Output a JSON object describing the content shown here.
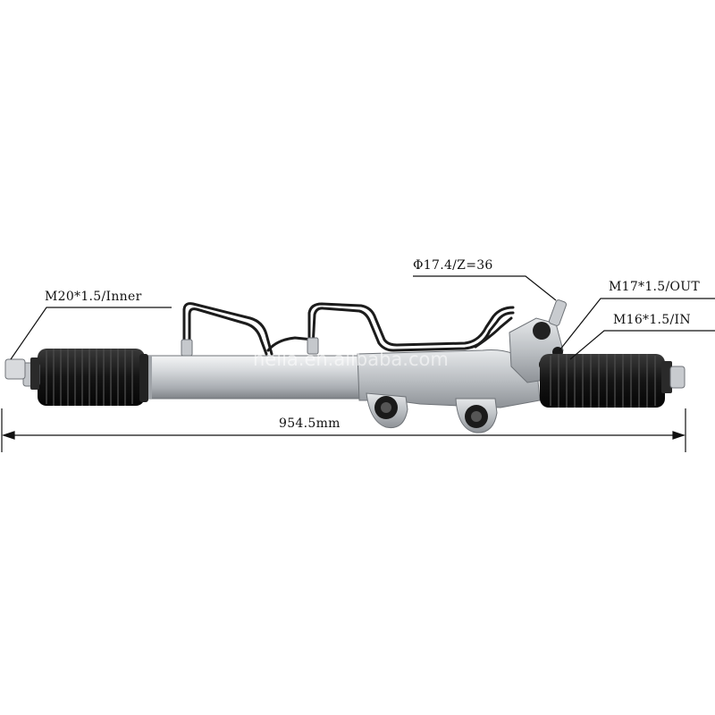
{
  "annotations": {
    "left_thread": "M20*1.5/Inner",
    "pinion": "Φ17.4/Z=36",
    "port_out": "M17*1.5/OUT",
    "port_in": "M16*1.5/IN",
    "overall_length": "954.5mm"
  },
  "watermark": "hella.en.alibaba.com",
  "colors": {
    "boot": "#1a1a1a",
    "tube": "#c9ccd0",
    "housing": "#bfc2c6",
    "text": "#111111"
  }
}
